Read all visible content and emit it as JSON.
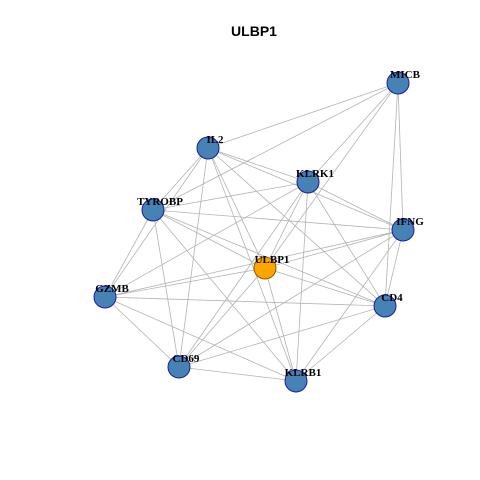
{
  "title": "ULBP1",
  "colors": {
    "edge": "#b3b3b3",
    "node_fill": "#4682b4",
    "node_stroke": "#1a1aa8",
    "focus_fill": "#ffa500",
    "focus_stroke": "#8b5a00"
  },
  "nodes": [
    {
      "id": "MICB",
      "focus": false
    },
    {
      "id": "IL2",
      "focus": false
    },
    {
      "id": "KLRK1",
      "focus": false
    },
    {
      "id": "TYROBP",
      "focus": false
    },
    {
      "id": "IFNG",
      "focus": false
    },
    {
      "id": "ULBP1",
      "focus": true
    },
    {
      "id": "GZMB",
      "focus": false
    },
    {
      "id": "CD4",
      "focus": false
    },
    {
      "id": "CD69",
      "focus": false
    },
    {
      "id": "KLRB1",
      "focus": false
    }
  ],
  "edges": [
    [
      "MICB",
      "IL2"
    ],
    [
      "MICB",
      "KLRK1"
    ],
    [
      "MICB",
      "TYROBP"
    ],
    [
      "MICB",
      "IFNG"
    ],
    [
      "MICB",
      "CD4"
    ],
    [
      "MICB",
      "ULBP1"
    ],
    [
      "IL2",
      "KLRK1"
    ],
    [
      "IL2",
      "TYROBP"
    ],
    [
      "IL2",
      "IFNG"
    ],
    [
      "IL2",
      "ULBP1"
    ],
    [
      "IL2",
      "CD4"
    ],
    [
      "IL2",
      "GZMB"
    ],
    [
      "IL2",
      "CD69"
    ],
    [
      "IL2",
      "KLRB1"
    ],
    [
      "KLRK1",
      "TYROBP"
    ],
    [
      "KLRK1",
      "IFNG"
    ],
    [
      "KLRK1",
      "ULBP1"
    ],
    [
      "KLRK1",
      "CD4"
    ],
    [
      "KLRK1",
      "GZMB"
    ],
    [
      "KLRK1",
      "CD69"
    ],
    [
      "KLRK1",
      "KLRB1"
    ],
    [
      "TYROBP",
      "IFNG"
    ],
    [
      "TYROBP",
      "ULBP1"
    ],
    [
      "TYROBP",
      "GZMB"
    ],
    [
      "TYROBP",
      "CD4"
    ],
    [
      "TYROBP",
      "CD69"
    ],
    [
      "TYROBP",
      "KLRB1"
    ],
    [
      "IFNG",
      "ULBP1"
    ],
    [
      "IFNG",
      "GZMB"
    ],
    [
      "IFNG",
      "CD4"
    ],
    [
      "IFNG",
      "CD69"
    ],
    [
      "IFNG",
      "KLRB1"
    ],
    [
      "ULBP1",
      "GZMB"
    ],
    [
      "ULBP1",
      "CD4"
    ],
    [
      "ULBP1",
      "CD69"
    ],
    [
      "ULBP1",
      "KLRB1"
    ],
    [
      "GZMB",
      "CD4"
    ],
    [
      "GZMB",
      "CD69"
    ],
    [
      "GZMB",
      "KLRB1"
    ],
    [
      "CD4",
      "CD69"
    ],
    [
      "CD4",
      "KLRB1"
    ],
    [
      "CD69",
      "KLRB1"
    ]
  ]
}
